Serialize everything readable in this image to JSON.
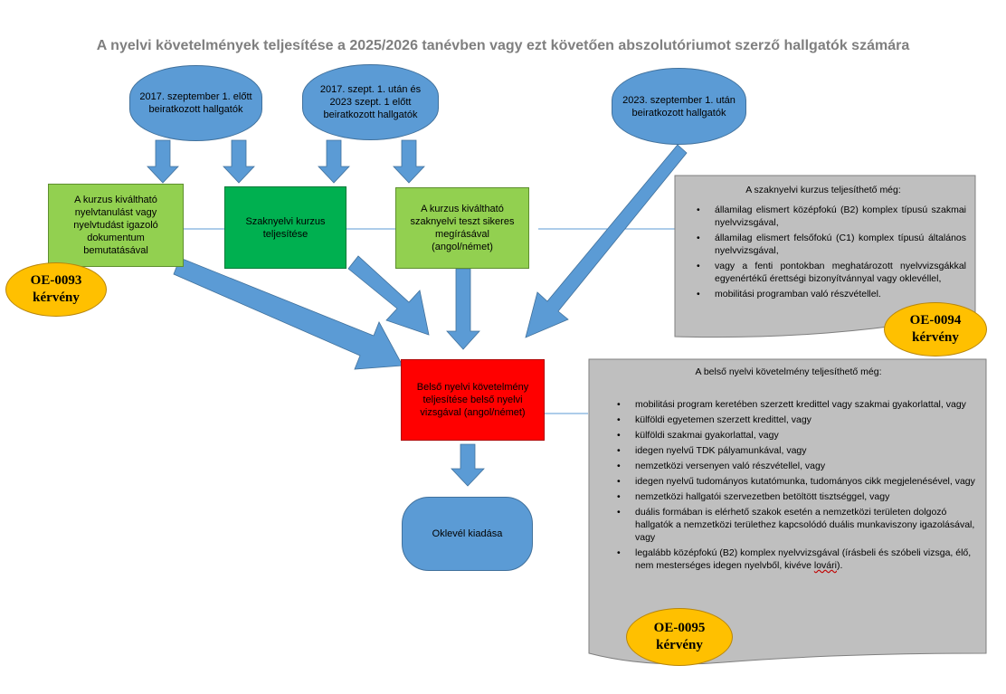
{
  "title": "A nyelvi követelmények teljesítése a 2025/2026 tanévben vagy ezt követően abszolutóriumot szerző hallgatók számára",
  "colors": {
    "oval_blue": "#5b9bd5",
    "arrow_blue": "#5b9bd5",
    "light_green": "#92d050",
    "dark_green": "#00b050",
    "red": "#ff0000",
    "note_gray": "#bfbfbf",
    "badge_gold": "#ffc000"
  },
  "nodes": {
    "before_2017": "2017. szeptember 1. előtt beiratkozott hallgatók",
    "between_2017_2023": "2017. szept. 1. után és 2023 szept. 1 előtt beiratkozott hallgatók",
    "after_2023": "2023. szeptember 1. után beiratkozott hallgatók",
    "course_replace_doc": "A kurzus kiváltható nyelvtanulást vagy nyelvtudást igazoló dokumentum bemutatásával",
    "special_course": "Szaknyelvi kurzus teljesítése",
    "course_replace_test": "A kurzus kiváltható szaknyelvi teszt sikeres megírásával (angol/német)",
    "internal_requirement": "Belső nyelvi követelmény teljesítése belső nyelvi vizsgával (angol/német)",
    "diploma": "Oklevél kiadása"
  },
  "badges": {
    "oe_0093": {
      "code": "OE-0093",
      "label": "kérvény"
    },
    "oe_0094": {
      "code": "OE-0094",
      "label": "kérvény"
    },
    "oe_0095": {
      "code": "OE-0095",
      "label": "kérvény"
    }
  },
  "note_special_course": {
    "heading": "A szaknyelvi kurzus teljesíthető még:",
    "items": [
      "államilag elismert középfokú (B2) komplex típusú szakmai nyelvvizsgával,",
      "államilag elismert felsőfokú (C1) komplex típusú általános nyelvvizsgával,",
      "vagy a fenti pontokban meghatározott nyelvvizsgákkal egyenértékű érettségi bizonyítvánnyal vagy oklevéllel,",
      "mobilitási programban való részvétellel."
    ]
  },
  "note_internal": {
    "heading": "A belső nyelvi követelmény teljesíthető még:",
    "items": [
      "mobilitási program keretében szerzett kredittel vagy szakmai gyakorlattal, vagy",
      "külföldi egyetemen szerzett kredittel, vagy",
      "külföldi szakmai gyakorlattal, vagy",
      "idegen nyelvű TDK pályamunkával, vagy",
      "nemzetközi versenyen való részvétellel, vagy",
      "idegen nyelvű tudományos kutatómunka, tudományos cikk megjelenésével, vagy",
      "nemzetközi hallgatói szervezetben betöltött tisztséggel, vagy",
      "duális formában is elérhető szakok esetén a nemzetközi területen dolgozó hallgatók a nemzetközi területhez kapcsolódó duális munkaviszony igazolásával, vagy"
    ],
    "last_item_prefix": "legalább középfokú (B2) komplex nyelvvizsgával (írásbeli és szóbeli vizsga, élő, nem mesterséges idegen nyelvből, kivéve ",
    "last_item_word": "lovári",
    "last_item_suffix": ")."
  }
}
